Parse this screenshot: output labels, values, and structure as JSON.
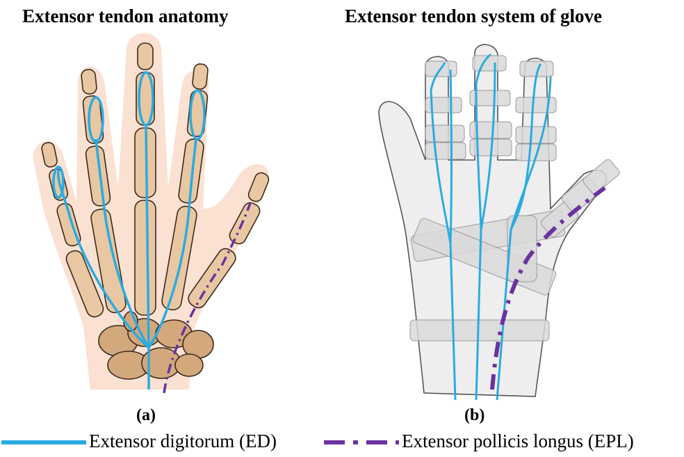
{
  "panel_a": {
    "title": "Extensor tendon anatomy",
    "caption": "(a)"
  },
  "panel_b": {
    "title": "Extensor tendon system of glove",
    "caption": "(b)"
  },
  "legend": {
    "ed": {
      "label": "Extensor digitorum (ED)",
      "color": "#29abe2",
      "style": "solid"
    },
    "epl": {
      "label": "Extensor pollicis longus (EPL)",
      "color": "#6a329f",
      "style": "dash-dot"
    }
  },
  "colors": {
    "skin": "#fbe1d2",
    "bone": "#e8c7a2",
    "carpal": "#d3a87c",
    "glove": "#eeeeee",
    "strap": "#d9d9d9"
  }
}
